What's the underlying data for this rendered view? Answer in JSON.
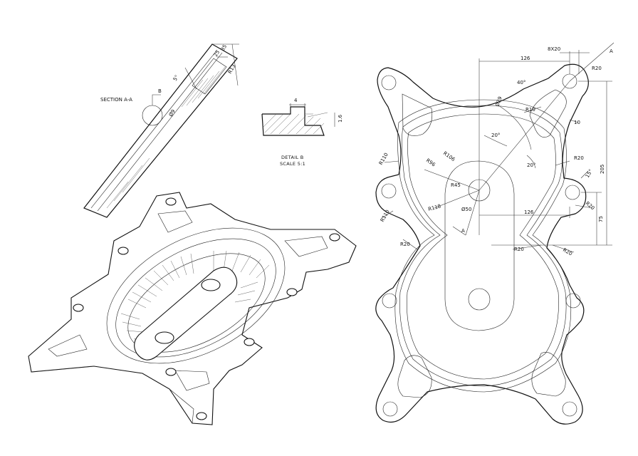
{
  "section": {
    "title": "SECTION A-A",
    "marker": "B",
    "dims": [
      "35",
      "25",
      "R13",
      "5°",
      "Ø9"
    ]
  },
  "detail": {
    "title": "DETAIL B",
    "scale": "SCALE 5:1",
    "dims": [
      "4",
      "1.6"
    ]
  },
  "plan": {
    "dims": {
      "d126_top": "126",
      "slot": "8X20",
      "r20_top": "R20",
      "a40": "40°",
      "d29": "Ø29",
      "r10_mid": "R10",
      "d10": "10",
      "a20_left": "20°",
      "r20_right": "R20",
      "a20_right": "20°",
      "r106": "R106",
      "r96": "R96",
      "r110_top": "R110",
      "d205": "205",
      "a15": "15°",
      "r45": "R45",
      "d50": "Ø50",
      "r118": "R118",
      "d126_bottom": "126",
      "r20_side": "R20",
      "d75": "75",
      "r110_bottom": "R110",
      "r20_left": "R20",
      "r20_low": "R20",
      "r20_far": "R20",
      "section_mark_top": "A",
      "section_mark_bottom": "A"
    }
  }
}
